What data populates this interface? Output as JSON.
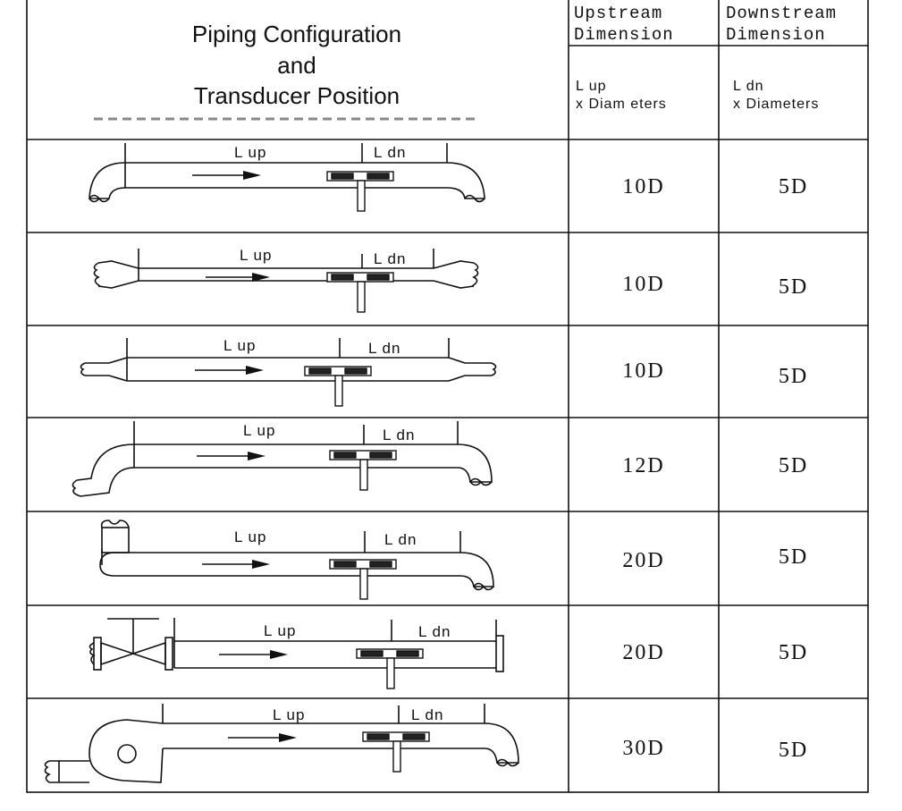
{
  "header": {
    "title_line1": "Piping Configuration",
    "title_line2": "and",
    "title_line3": "Transducer Position",
    "upstream_line1": "Upstream",
    "upstream_line2": "Dimension",
    "downstream_line1": "Downstream",
    "downstream_line2": "Dimension",
    "upstream_sub1": "L up",
    "upstream_sub2": "x Diam eters",
    "downstream_sub1": "L dn",
    "downstream_sub2": "x Diameters"
  },
  "rows": [
    {
      "config": "elbow-both-ends",
      "label_up": "L up",
      "label_dn": "L dn",
      "upstream": "10D",
      "downstream": "5D"
    },
    {
      "config": "reducer-both-ends",
      "label_up": "L up",
      "label_dn": "L dn",
      "upstream": "10D",
      "downstream": "5D"
    },
    {
      "config": "expander-both-ends",
      "label_up": "L up",
      "label_dn": "L dn",
      "upstream": "10D",
      "downstream": "5D"
    },
    {
      "config": "two-elbows-out-of-plane",
      "label_up": "L up",
      "label_dn": "L dn",
      "upstream": "12D",
      "downstream": "5D"
    },
    {
      "config": "two-elbows-in-plane",
      "label_up": "L up",
      "label_dn": "L dn",
      "upstream": "20D",
      "downstream": "5D"
    },
    {
      "config": "valve-upstream",
      "label_up": "L up",
      "label_dn": "L dn",
      "upstream": "20D",
      "downstream": "5D"
    },
    {
      "config": "pump-upstream",
      "label_up": "L up",
      "label_dn": "L dn",
      "upstream": "30D",
      "downstream": "5D"
    }
  ]
}
